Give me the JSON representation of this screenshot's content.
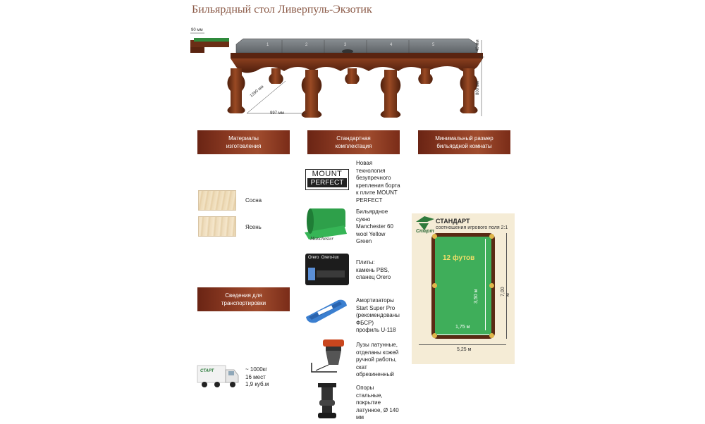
{
  "title": "Бильярдный стол Ливерпуль-Экзотик",
  "table_diagram": {
    "pocket_numbers": [
      "1",
      "2",
      "3",
      "4",
      "5"
    ],
    "dim_rail_width": "90 мм",
    "dim_width": "1390 мм",
    "dim_length_segment": "997 мм",
    "dim_slate": "40 мм",
    "dim_height": "800 мм"
  },
  "sections": {
    "materials": "Материалы\nизготовления",
    "standard_kit": "Стандартная\nкомплектация",
    "min_room": "Минимальный размер\nбильярдной комнаты",
    "transport": "Сведения для\nтранспортировки"
  },
  "materials": [
    {
      "label": "Сосна",
      "color": "#eedcb8"
    },
    {
      "label": "Ясень",
      "color": "#efdcbc"
    }
  ],
  "kit": [
    {
      "icon": "mount-perfect-logo",
      "text": "Новая\nтехнология\nбезупречного\nкрепления борта\nк плите MOUNT\nPERFECT",
      "logo_line1": "MOUNT",
      "logo_line2": "PERFECT"
    },
    {
      "icon": "cloth-roll-icon",
      "text": "Бильярдное\nсукно\nManchester 60\nwool Yellow\nGreen",
      "logo_text": "Manchester"
    },
    {
      "icon": "slate-plates-icon",
      "text": "Плиты:\nкамень PBS,\nсланец Orero",
      "logo_text": "Orero  Orero-lux"
    },
    {
      "icon": "cushion-rubber-icon",
      "text": "Амортизаторы\nStart Super Pro\n(рекомендованы\nФБСР)\nпрофиль U-118"
    },
    {
      "icon": "pocket-net-icon",
      "text": "Лузы латунные,\nотделаны кожей\nручной работы,\nскат\nобрезиненный"
    },
    {
      "icon": "table-leg-support-icon",
      "text": "Опоры\nстальные,\nпокрытие\nлатунное, Ø 140\nмм"
    }
  ],
  "transport": {
    "lines": "~ 1000кг\n16 мест\n1,9 куб.м",
    "truck_logo": "СТАРТ"
  },
  "room": {
    "brand": "Старт",
    "heading": "СТАНДАРТ",
    "subheading": "соотношения игрового поля 2:1",
    "size_label": "12 футов",
    "dim_inner_length": "3,50 м",
    "dim_inner_width": "1,75 м",
    "dim_room_length": "7,00 м",
    "dim_room_width": "5,25 м"
  },
  "colors": {
    "banner": "#8b3a22",
    "title": "#8b5a47",
    "wood": "#6b2e16",
    "felt": "#3fae5a",
    "room_bg": "#f5ecd6"
  }
}
